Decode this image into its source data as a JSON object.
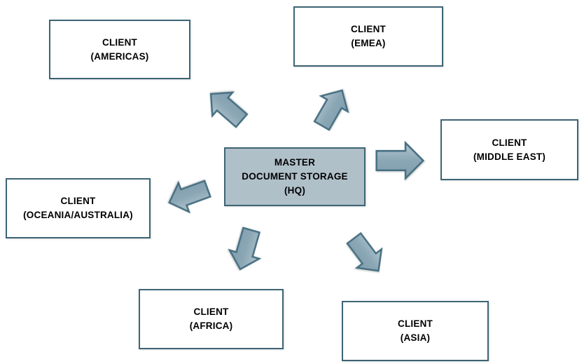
{
  "diagram": {
    "hub": {
      "lines": [
        "MASTER",
        "DOCUMENT STORAGE",
        "(HQ)"
      ]
    },
    "nodes": [
      {
        "id": "americas",
        "line1": "CLIENT",
        "line2": "(AMERICAS)"
      },
      {
        "id": "emea",
        "line1": "CLIENT",
        "line2": "(EMEA)"
      },
      {
        "id": "middle-east",
        "line1": "CLIENT",
        "line2": "(MIDDLE EAST)"
      },
      {
        "id": "oceania",
        "line1": "CLIENT",
        "line2": "(OCEANIA/AUSTRALIA)"
      },
      {
        "id": "africa",
        "line1": "CLIENT",
        "line2": "(AFRICA)"
      },
      {
        "id": "asia",
        "line1": "CLIENT",
        "line2": "(ASIA)"
      }
    ],
    "arrows": [
      {
        "from": "hub",
        "to": "americas",
        "direction": "up-left"
      },
      {
        "from": "hub",
        "to": "emea",
        "direction": "up"
      },
      {
        "from": "hub",
        "to": "middle-east",
        "direction": "right"
      },
      {
        "from": "hub",
        "to": "oceania",
        "direction": "down-left"
      },
      {
        "from": "hub",
        "to": "africa",
        "direction": "down"
      },
      {
        "from": "hub",
        "to": "asia",
        "direction": "down-right"
      }
    ],
    "colors": {
      "background": "#ffffff",
      "node_fill": "#ffffff",
      "node_border": "#3d6474",
      "hub_fill": "#b0c0c9",
      "arrow_fill": "#8aa6b4",
      "arrow_fill_light": "#b3c6d0",
      "arrow_stroke": "#466f82",
      "text": "#000000"
    }
  }
}
